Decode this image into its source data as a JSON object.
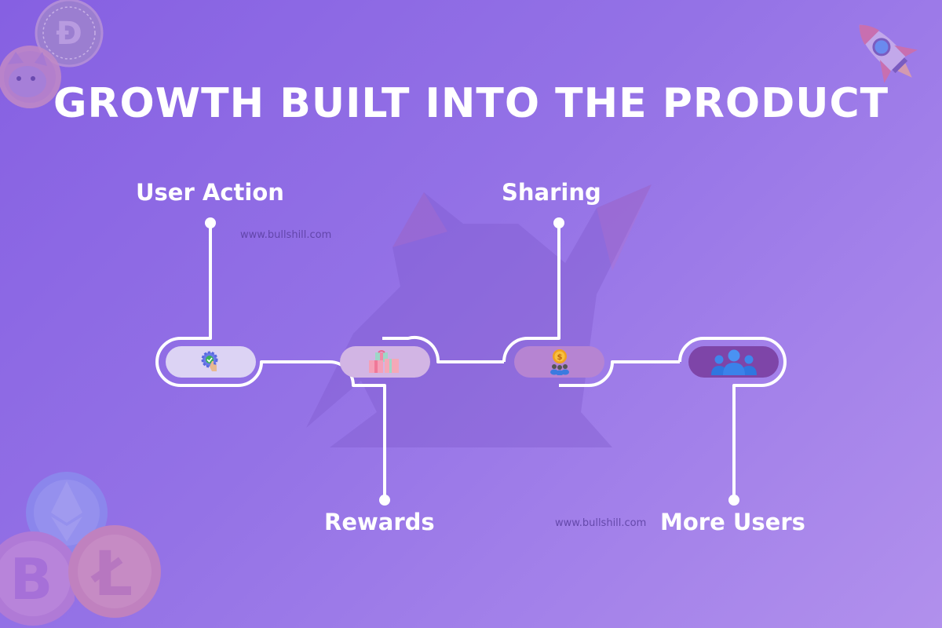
{
  "header": {
    "title": "GROWTH BUILT INTO THE PRODUCT"
  },
  "steps": [
    {
      "label": "User Action",
      "icon": "gear-touch-icon",
      "pill_color": "#dcd3f4"
    },
    {
      "label": "Rewards",
      "icon": "gift-boxes-icon",
      "pill_color": "#d2b5e4"
    },
    {
      "label": "Sharing",
      "icon": "coin-users-icon",
      "pill_color": "#b684d2"
    },
    {
      "label": "More Users",
      "icon": "users-group-icon",
      "pill_color": "#7e45a8"
    }
  ],
  "watermarks": [
    "www.bullshill.com",
    "www.bullshill.com"
  ],
  "decorations": [
    "doge-coin-icon",
    "shiba-coin-icon",
    "rocket-icon",
    "ethereum-coin-icon",
    "bitcoin-coin-icon",
    "litecoin-coin-icon",
    "bull-logo-watermark"
  ],
  "colors": {
    "bg_start": "#8660e2",
    "bg_end": "#b190ec",
    "line": "#ffffff",
    "text": "#ffffff"
  }
}
